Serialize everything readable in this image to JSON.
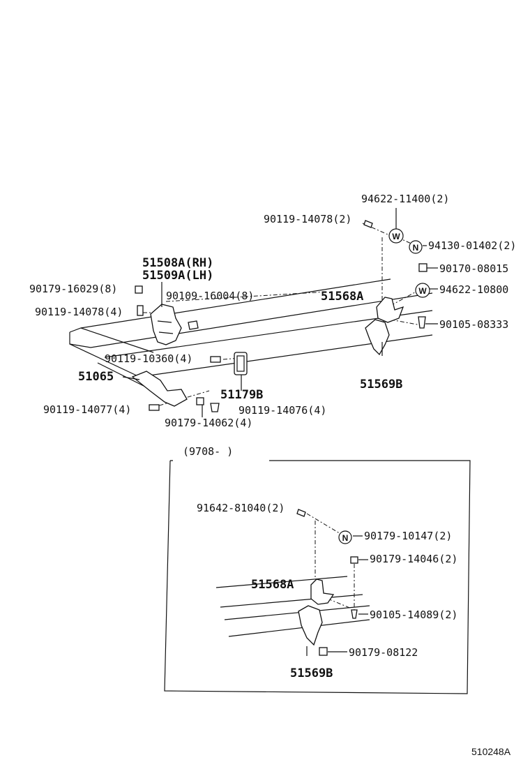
{
  "labels": {
    "p94622_11400": "94622-11400(2)",
    "p90119_14078_top": "90119-14078(2)",
    "p94130_01402": "94130-01402(2)",
    "p90170_08015": "90170-08015",
    "p51508A": "51508A(RH)",
    "p51509A": "51509A(LH)",
    "p90179_16029": "90179-16029(8)",
    "p90109_16004": "90109-16004(8)",
    "p51568A_top": "51568A",
    "p94622_10800": "94622-10800",
    "p90119_14078_left": "90119-14078(4)",
    "p90105_08333": "90105-08333",
    "p90119_10360": "90119-10360(4)",
    "p51065": "51065",
    "p51569B_top": "51569B",
    "p51179B": "51179B",
    "p90119_14077": "90119-14077(4)",
    "p90119_14076": "90119-14076(4)",
    "p90179_14062": "90179-14062(4)",
    "inset_range": "(9708-      )",
    "p91642_81040": "91642-81040(2)",
    "p90179_10147": "90179-10147(2)",
    "p90179_14046": "90179-14046(2)",
    "p51568A_inset": "51568A",
    "p90105_14089": "90105-14089(2)",
    "p90179_08122": "90179-08122",
    "p51569B_inset": "51569B"
  },
  "symbols": {
    "washer": "W",
    "nut": "N"
  },
  "footer": {
    "code": "510248A"
  }
}
